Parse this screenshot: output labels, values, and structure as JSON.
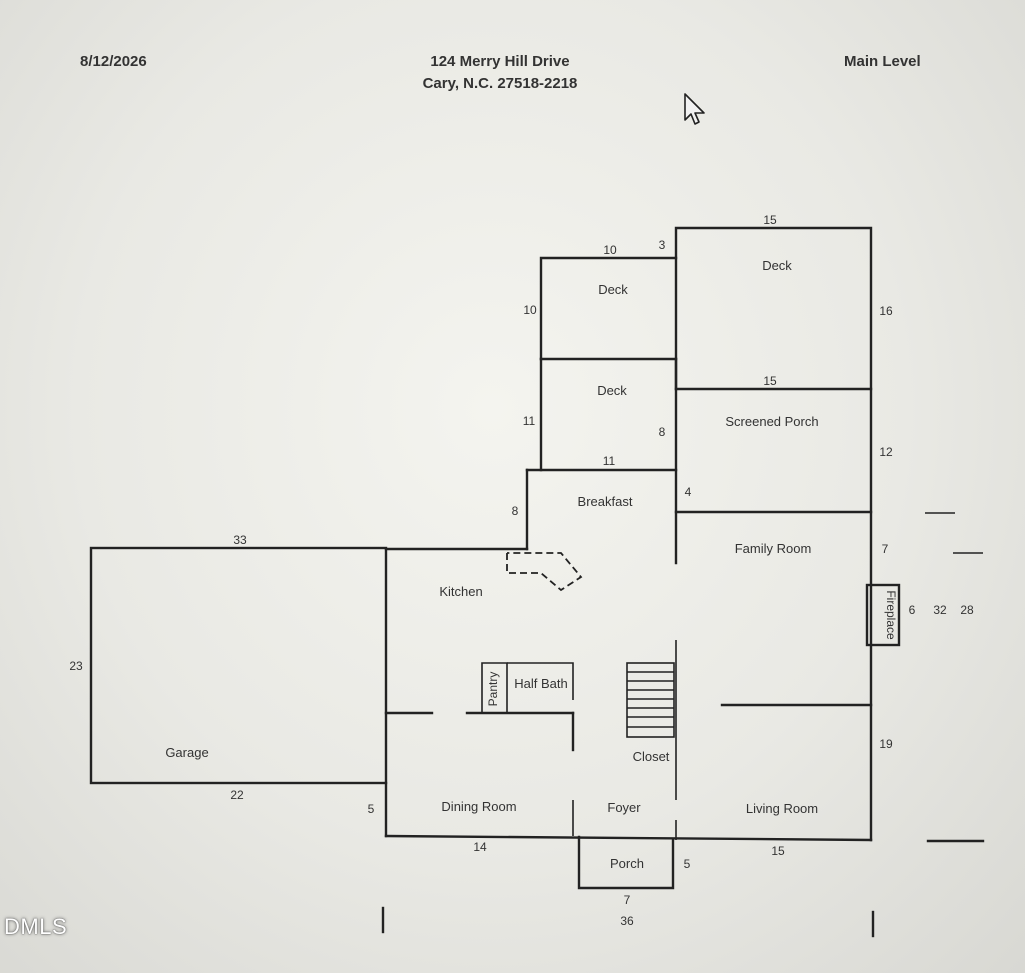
{
  "header": {
    "date": "8/12/2026",
    "address_line1": "124 Merry Hill Drive",
    "address_line2": "Cary, N.C. 27518-2218",
    "level": "Main Level"
  },
  "rooms": {
    "deck_upper_left": "Deck",
    "deck_upper_right": "Deck",
    "deck_middle": "Deck",
    "screened_porch": "Screened Porch",
    "breakfast": "Breakfast",
    "family_room": "Family Room",
    "kitchen": "Kitchen",
    "fireplace": "Fireplace",
    "pantry": "Pantry",
    "half_bath": "Half Bath",
    "garage": "Garage",
    "closet": "Closet",
    "dining_room": "Dining Room",
    "foyer": "Foyer",
    "living_room": "Living Room",
    "porch": "Porch"
  },
  "dimensions": {
    "deck_upper_right_top": "15",
    "deck_upper_left_top": "10",
    "deck_step": "3",
    "deck_upper_left_side": "10",
    "deck_upper_right_side": "16",
    "screened_porch_top": "15",
    "deck_middle_side": "11",
    "deck_middle_right": "8",
    "screened_porch_side": "12",
    "deck_middle_bottom": "11",
    "breakfast_step": "4",
    "breakfast_side": "8",
    "garage_top": "33",
    "family_room_side": "7",
    "fireplace_depth": "6",
    "overall_depth_mid": "32",
    "overall_depth_right": "28",
    "garage_side": "23",
    "living_room_side": "19",
    "garage_bottom": "22",
    "dining_room_side": "5",
    "dining_room_bottom": "14",
    "living_room_bottom": "15",
    "porch_side": "5",
    "porch_bottom": "7",
    "overall_width": "36"
  },
  "watermark": "DMLS"
}
